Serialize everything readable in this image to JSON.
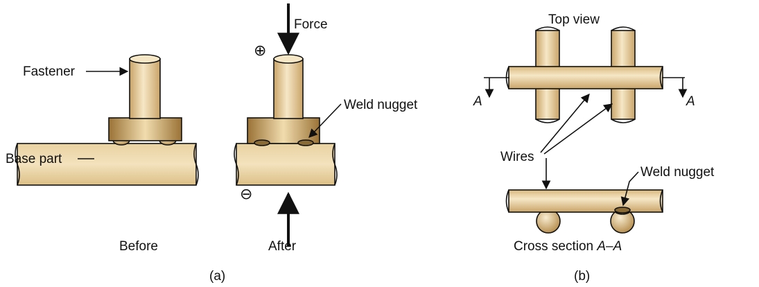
{
  "figure_a": {
    "labels": {
      "fastener": "Fastener",
      "base_part": "Base part",
      "force": "Force",
      "weld_nugget": "Weld nugget",
      "plus": "⊕",
      "minus": "⊖",
      "before": "Before",
      "after": "After",
      "caption": "(a)"
    }
  },
  "figure_b": {
    "labels": {
      "top_view": "Top view",
      "section_left": "A",
      "section_right": "A",
      "wires": "Wires",
      "weld_nugget": "Weld nugget",
      "cross_section_prefix": "Cross section ",
      "cross_section_id": "A–A",
      "caption": "(b)"
    }
  },
  "colors": {
    "metal_light": "#f4e3bf",
    "metal_mid": "#dcbf86",
    "metal_dark": "#b38a48",
    "nugget": "#8a6a35",
    "ink": "#111111"
  }
}
